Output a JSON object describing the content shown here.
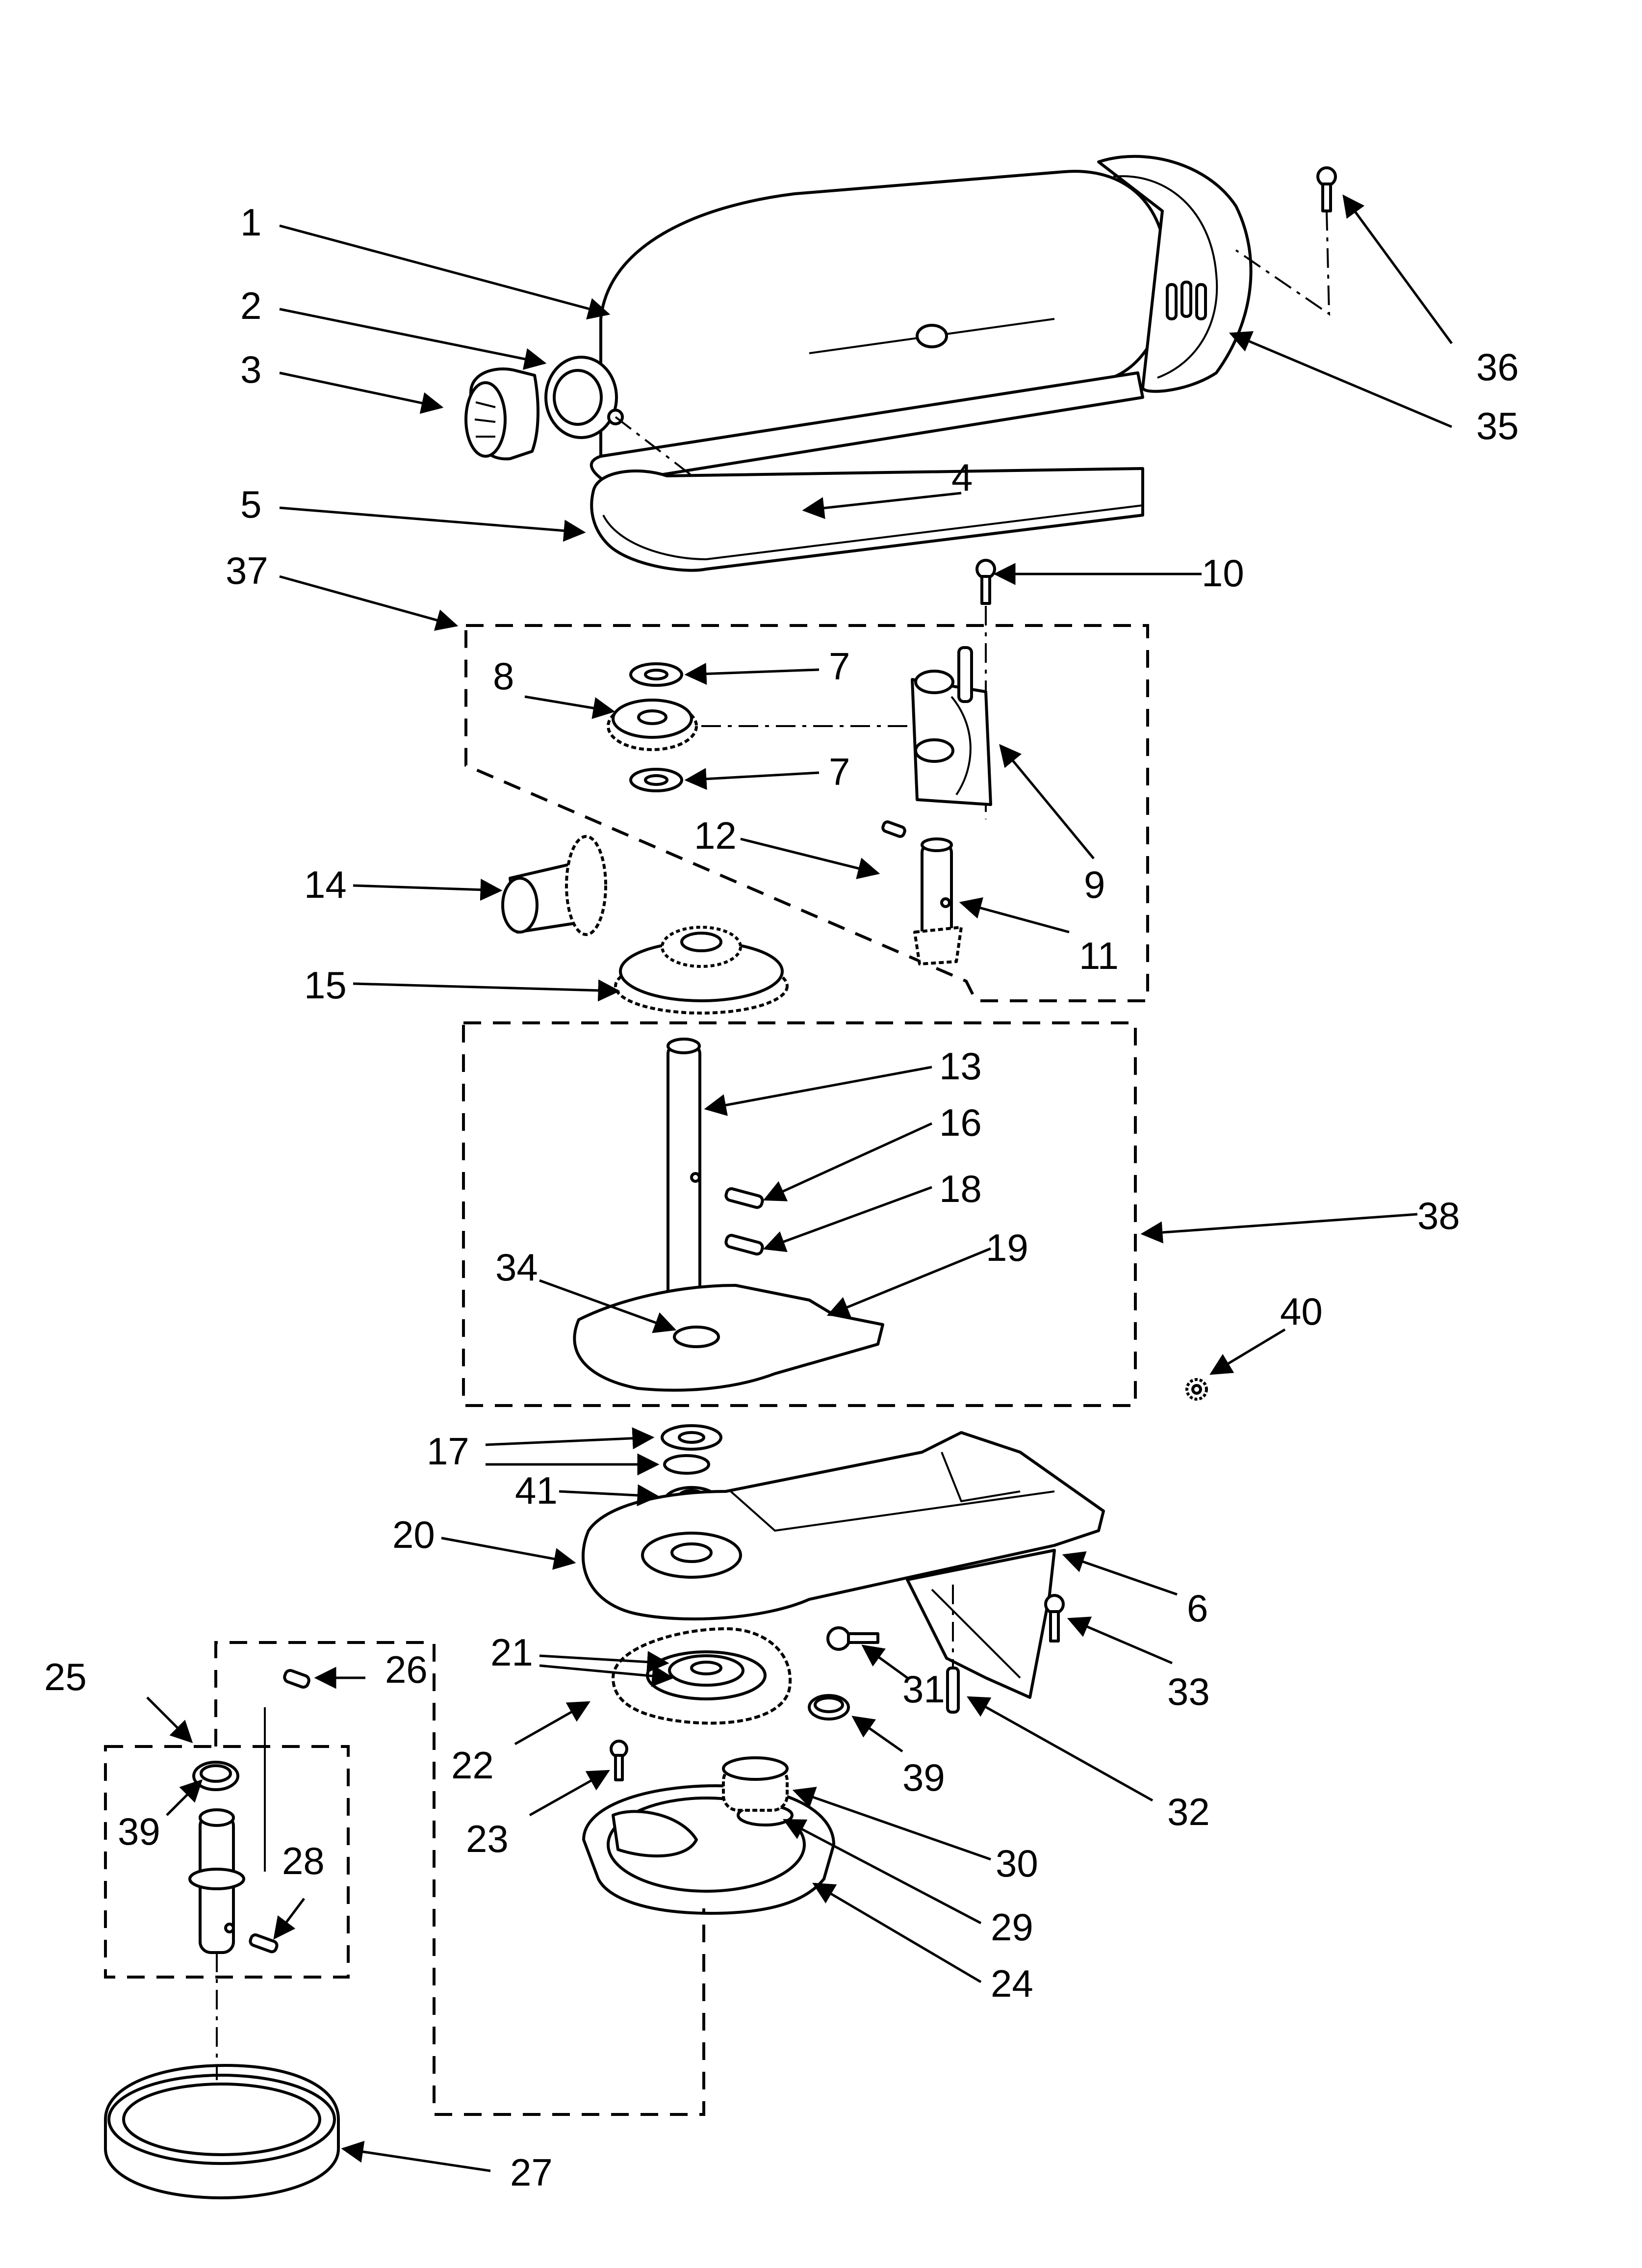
{
  "callouts": [
    {
      "id": "1",
      "text": "1"
    },
    {
      "id": "2",
      "text": "2"
    },
    {
      "id": "3",
      "text": "3"
    },
    {
      "id": "4",
      "text": "4"
    },
    {
      "id": "5",
      "text": "5"
    },
    {
      "id": "6",
      "text": "6"
    },
    {
      "id": "7a",
      "text": "7"
    },
    {
      "id": "7b",
      "text": "7"
    },
    {
      "id": "8",
      "text": "8"
    },
    {
      "id": "9",
      "text": "9"
    },
    {
      "id": "10",
      "text": "10"
    },
    {
      "id": "11",
      "text": "11"
    },
    {
      "id": "12",
      "text": "12"
    },
    {
      "id": "13",
      "text": "13"
    },
    {
      "id": "14",
      "text": "14"
    },
    {
      "id": "15",
      "text": "15"
    },
    {
      "id": "16",
      "text": "16"
    },
    {
      "id": "17",
      "text": "17"
    },
    {
      "id": "18",
      "text": "18"
    },
    {
      "id": "19",
      "text": "19"
    },
    {
      "id": "20",
      "text": "20"
    },
    {
      "id": "21",
      "text": "21"
    },
    {
      "id": "22",
      "text": "22"
    },
    {
      "id": "23",
      "text": "23"
    },
    {
      "id": "24",
      "text": "24"
    },
    {
      "id": "25",
      "text": "25"
    },
    {
      "id": "26",
      "text": "26"
    },
    {
      "id": "27",
      "text": "27"
    },
    {
      "id": "28",
      "text": "28"
    },
    {
      "id": "29",
      "text": "29"
    },
    {
      "id": "30",
      "text": "30"
    },
    {
      "id": "31",
      "text": "31"
    },
    {
      "id": "32",
      "text": "32"
    },
    {
      "id": "33",
      "text": "33"
    },
    {
      "id": "34",
      "text": "34"
    },
    {
      "id": "35",
      "text": "35"
    },
    {
      "id": "36",
      "text": "36"
    },
    {
      "id": "37",
      "text": "37"
    },
    {
      "id": "38",
      "text": "38"
    },
    {
      "id": "39a",
      "text": "39"
    },
    {
      "id": "39b",
      "text": "39"
    },
    {
      "id": "40",
      "text": "40"
    },
    {
      "id": "41",
      "text": "41"
    }
  ]
}
